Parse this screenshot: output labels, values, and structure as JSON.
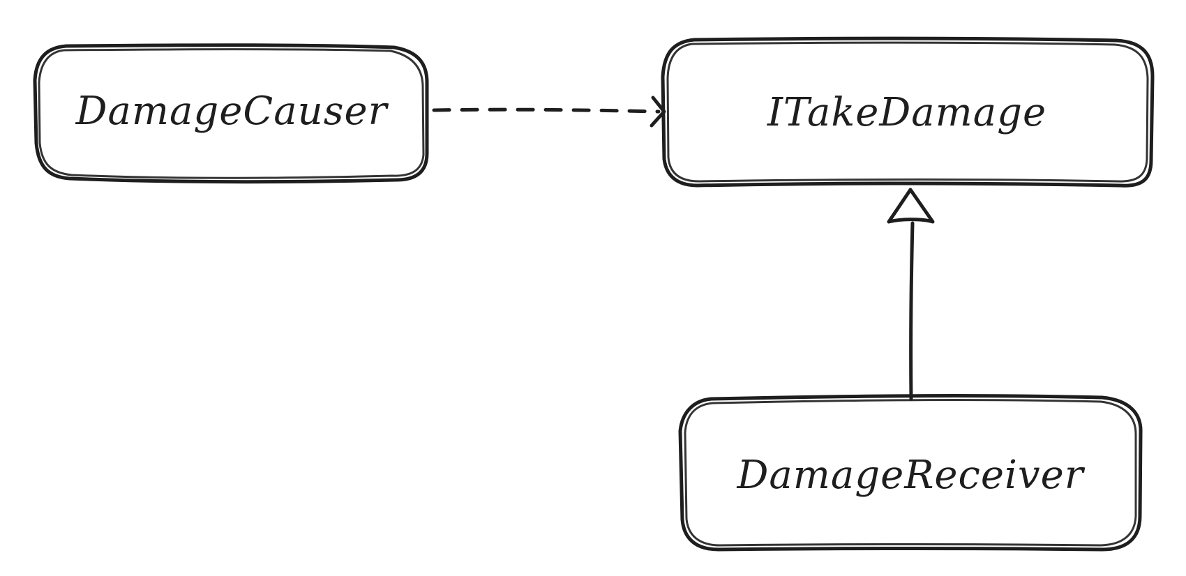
{
  "diagram": {
    "nodes": {
      "damage_causer": {
        "label": "DamageCauser"
      },
      "i_take_damage": {
        "label": "ITakeDamage"
      },
      "damage_receiver": {
        "label": "DamageReceiver"
      }
    },
    "edges": [
      {
        "from": "DamageCauser",
        "to": "ITakeDamage",
        "style": "dashed",
        "head": "open-arrow"
      },
      {
        "from": "DamageReceiver",
        "to": "ITakeDamage",
        "style": "solid",
        "head": "hollow-triangle"
      }
    ],
    "colors": {
      "stroke": "#1e1e1e",
      "background": "#ffffff"
    }
  }
}
